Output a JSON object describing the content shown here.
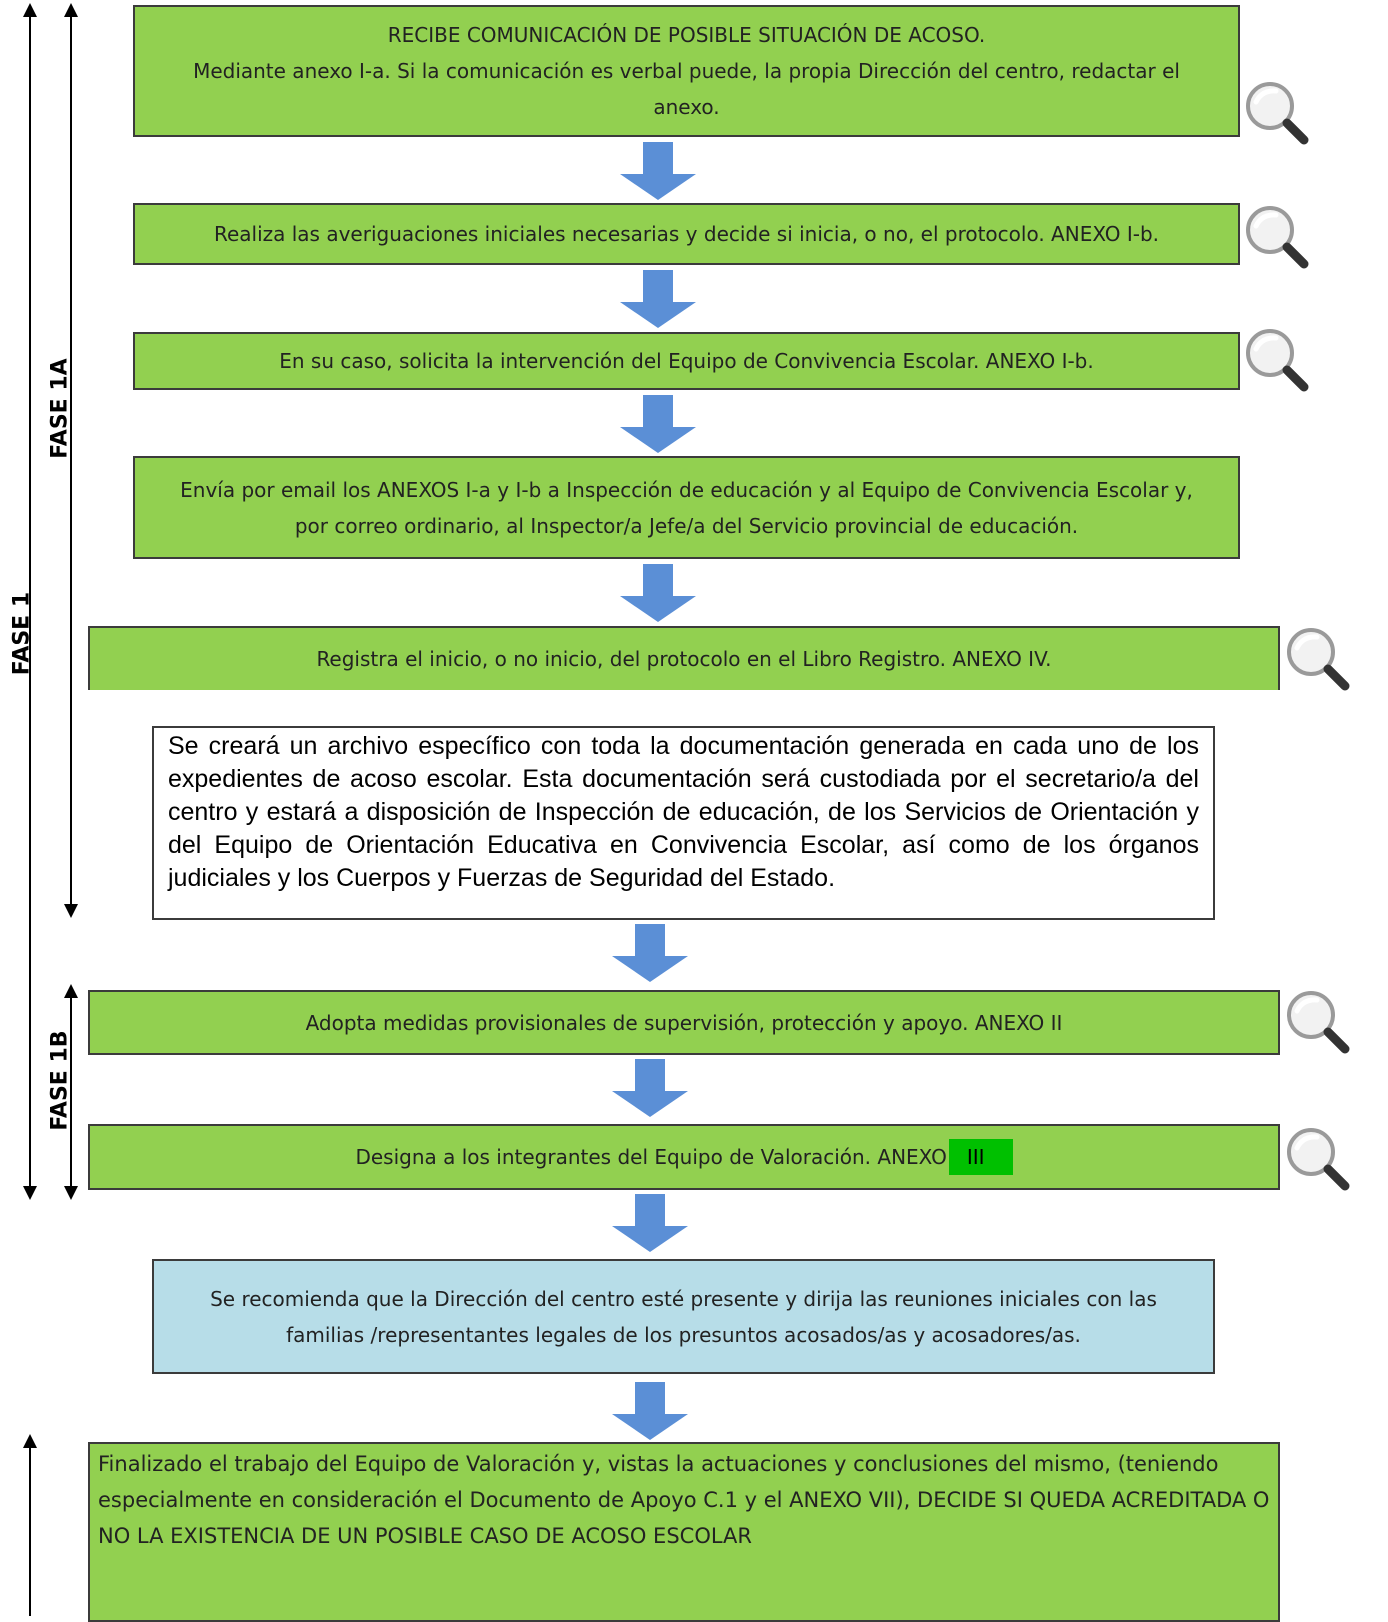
{
  "phases": {
    "fase_1": "FASE 1",
    "fase_1a": "FASE 1A",
    "fase_1b": "FASE 1B"
  },
  "steps": {
    "s1": "RECIBE COMUNICACIÓN DE POSIBLE SITUACIÓN DE ACOSO.\nMediante anexo I-a. Si la comunicación es verbal puede, la propia Dirección del centro, redactar el anexo.",
    "s2": "Realiza las averiguaciones iniciales necesarias y decide si inicia, o no, el protocolo.  ANEXO I-b.",
    "s3": "En su caso, solicita la intervención del Equipo de Convivencia Escolar.  ANEXO I-b.",
    "s4": "Envía por email los ANEXOS I-a y I-b a Inspección de educación y al Equipo de Convivencia Escolar y, por correo ordinario, al Inspector/a Jefe/a del Servicio provincial de educación.",
    "s5": "Registra el inicio, o no inicio, del protocolo en el Libro Registro. ANEXO IV.",
    "note": "Se creará un archivo específico con toda la documentación generada en cada uno de los expedientes de acoso escolar. Esta documentación será custodiada por el secretario/a del centro y estará a disposición de Inspección de educación, de los Servicios de Orientación y del Equipo de Orientación Educativa en Convivencia Escolar, así como de los órganos judiciales y los Cuerpos y Fuerzas de Seguridad del Estado.",
    "s6": "Adopta medidas provisionales de supervisión, protección y apoyo. ANEXO II",
    "s7_text": "Designa a los integrantes del Equipo de Valoración. ANEXO",
    "s7_highlight": "III",
    "recommend": "Se recomienda que la Dirección del centro esté presente y dirija las reuniones iniciales con las familias /representantes legales de los presuntos acosados/as y acosadores/as.",
    "final": "Finalizado el trabajo del Equipo de Valoración y, vistas la actuaciones y conclusiones del mismo, (teniendo especialmente en consideración el  Documento de Apoyo C.1 y el ANEXO VII), DECIDE SI QUEDA ACREDITADA O NO LA EXISTENCIA DE UN POSIBLE CASO DE ACOSO ESCOLAR"
  },
  "icons": {
    "magnifier": "magnifier-icon",
    "down_arrow": "down-arrow-icon"
  },
  "colors": {
    "step_green": "#92d050",
    "recommend_blue": "#b7dde8",
    "arrow_blue": "#5b8fd6",
    "highlight_green": "#00c000"
  }
}
